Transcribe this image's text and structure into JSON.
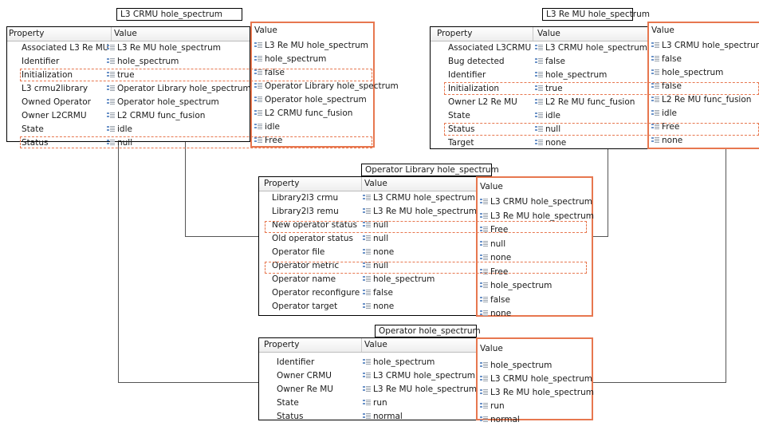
{
  "headers": {
    "property": "Property",
    "value": "Value"
  },
  "panel_a": {
    "title": "L3 CRMU hole_spectrum",
    "rows": [
      {
        "name": "Associated L3 Re MU",
        "value": "L3 Re MU hole_spectrum"
      },
      {
        "name": "Identifier",
        "value": "hole_spectrum"
      },
      {
        "name": "Initialization",
        "value": "true"
      },
      {
        "name": "L3 crmu2library",
        "value": "Operator Library hole_spectrum"
      },
      {
        "name": "Owned Operator",
        "value": "Operator hole_spectrum"
      },
      {
        "name": "Owner L2CRMU",
        "value": "L2 CRMU func_fusion"
      },
      {
        "name": "State",
        "value": "idle"
      },
      {
        "name": "Status",
        "value": "null"
      }
    ],
    "values": [
      "L3 Re MU hole_spectrum",
      "hole_spectrum",
      "false",
      "Operator Library hole_spectrum",
      "Operator hole_spectrum",
      "L2 CRMU func_fusion",
      "idle",
      "Free"
    ]
  },
  "panel_b": {
    "title": "L3 Re MU hole_spectrum",
    "rows": [
      {
        "name": "Associated L3CRMU",
        "value": "L3 CRMU hole_spectrum"
      },
      {
        "name": "Bug detected",
        "value": "false"
      },
      {
        "name": "Identifier",
        "value": "hole_spectrum"
      },
      {
        "name": "Initialization",
        "value": "true"
      },
      {
        "name": "Owner L2 Re MU",
        "value": "L2 Re MU func_fusion"
      },
      {
        "name": "State",
        "value": "idle"
      },
      {
        "name": "Status",
        "value": "null"
      },
      {
        "name": "Target",
        "value": "none"
      }
    ],
    "values": [
      "L3 CRMU hole_spectrum",
      "false",
      "hole_spectrum",
      "false",
      "L2 Re MU func_fusion",
      "idle",
      "Free",
      "none"
    ]
  },
  "panel_c": {
    "title": "Operator Library hole_spectrum",
    "rows": [
      {
        "name": "Library2l3 crmu",
        "value": "L3 CRMU hole_spectrum"
      },
      {
        "name": "Library2l3 remu",
        "value": "L3 Re MU hole_spectrum"
      },
      {
        "name": "New operator status",
        "value": "null"
      },
      {
        "name": "Old operator status",
        "value": "null"
      },
      {
        "name": "Operator file",
        "value": "none"
      },
      {
        "name": "Operator metric",
        "value": "null"
      },
      {
        "name": "Operator name",
        "value": "hole_spectrum"
      },
      {
        "name": "Operator reconfigure",
        "value": "false"
      },
      {
        "name": "Operator target",
        "value": "none"
      }
    ],
    "values": [
      "L3 CRMU hole_spectrum",
      "L3 Re MU hole_spectrum",
      "Free",
      "null",
      "none",
      "Free",
      "hole_spectrum",
      "false",
      "none"
    ]
  },
  "panel_d": {
    "title": "Operator hole_spectrum",
    "rows": [
      {
        "name": "Identifier",
        "value": "hole_spectrum"
      },
      {
        "name": "Owner CRMU",
        "value": "L3 CRMU hole_spectrum"
      },
      {
        "name": "Owner Re MU",
        "value": "L3 Re MU hole_spectrum"
      },
      {
        "name": "State",
        "value": "run"
      },
      {
        "name": "Status",
        "value": "normal"
      }
    ],
    "values": [
      "hole_spectrum",
      "L3 CRMU hole_spectrum",
      "L3 Re MU hole_spectrum",
      "run",
      "normal"
    ]
  },
  "colors": {
    "highlight": "#e7774f",
    "icon": "#6c93c8"
  },
  "icons": {
    "value": "list-value-icon"
  }
}
